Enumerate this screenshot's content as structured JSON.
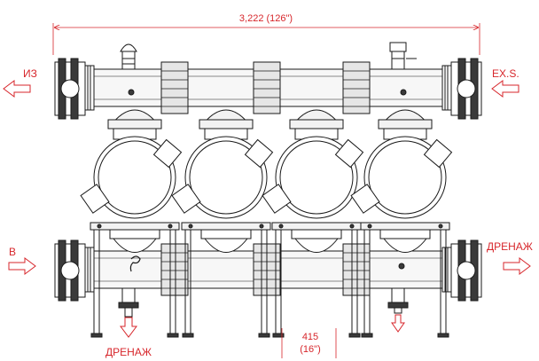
{
  "dimensions": {
    "overall_width": "3,222 (126\")",
    "spacing_mm": "415",
    "spacing_in": "(16\")"
  },
  "labels": {
    "outlet": "ИЗ",
    "ex_s": "EX.S.",
    "inlet": "В",
    "drain_right": "ДРЕНАЖ",
    "drain_bottom": "ДРЕНАЖ"
  },
  "colors": {
    "annotation": "#d7262b",
    "line": "#1a1a1a",
    "fill_dark": "#3a3a3a",
    "fill_light": "#f2f2f2"
  },
  "filter_units": 4
}
